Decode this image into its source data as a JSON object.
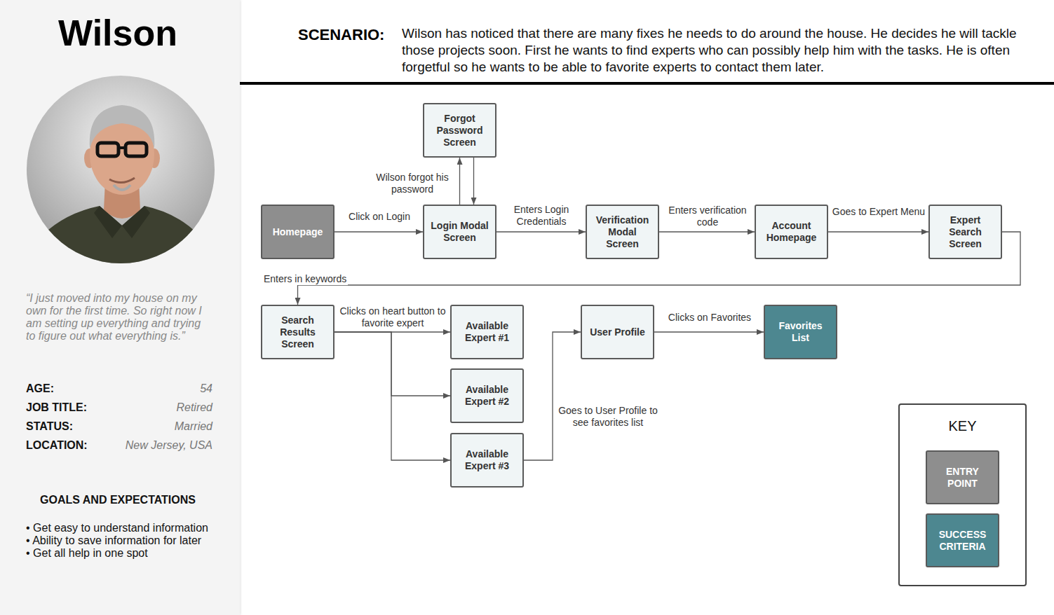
{
  "diagram": {
    "title": "Wilson",
    "nodes": [
      {
        "text": [
          "Forgot Password Screen"
        ]
      },
      {
        "text": [
          "Homepage"
        ]
      },
      {
        "text": [
          "Login Modal Screen"
        ]
      },
      {
        "text": [
          "Verification Modal Screen"
        ]
      },
      {
        "text": [
          "Account Homepage"
        ]
      },
      {
        "text": [
          "Expert Search Screen"
        ]
      },
      {
        "text": [
          "Search Results Screen"
        ]
      },
      {
        "text": [
          "Available Expert #1"
        ]
      },
      {
        "text": [
          "Available Expert #2"
        ]
      },
      {
        "text": [
          "Available Expert #3"
        ]
      },
      {
        "text": [
          "User Profile"
        ]
      },
      {
        "text": [
          "Favorites List"
        ]
      }
    ],
    "edges": [
      {
        "from": 2,
        "to": 0,
        "arrow": "to",
        "label": "Wilson forgot his password"
      },
      {
        "from": 0,
        "to": 2,
        "arrow": "to"
      },
      {
        "from": 1,
        "to": 2,
        "arrow": "to",
        "label": "Click on Login"
      },
      {
        "from": 2,
        "to": 3,
        "arrow": "to",
        "label": "Enters Login Credentials"
      },
      {
        "from": 3,
        "to": 4,
        "arrow": "to",
        "label": "Enters verification code"
      },
      {
        "from": 4,
        "to": 5,
        "arrow": "to",
        "label": "Goes to Expert Menu"
      },
      {
        "from": 5,
        "to": 6,
        "arrow": "to",
        "label": "Enters in keywords"
      },
      {
        "from": 6,
        "to": 7,
        "arrow": "to",
        "label": "Clicks on heart button to favorite expert"
      },
      {
        "from": 6,
        "to": 8,
        "arrow": "to"
      },
      {
        "from": 6,
        "to": 9,
        "arrow": "to"
      },
      {
        "from": 9,
        "to": 10,
        "arrow": "to",
        "label": "Goes to User Profile to see favorites list"
      },
      {
        "from": 10,
        "to": 11,
        "arrow": "to",
        "label": "Clicks on Favorites"
      }
    ],
    "labels": [
      "SCENARIO:",
      "Wilson has noticed that there are many fixes he needs to do around the house. He decides he will tackle those projects soon. First he wants to find experts who can possibly help him with the tasks. He is often forgetful so he wants to be able to favorite experts to contact them later.",
      "“I just moved into my house on my own for the first time. So right now I am setting up everything and trying to figure out what everything is.”",
      "AGE:",
      "54",
      "JOB TITLE:",
      "Retired",
      "STATUS:",
      "Married",
      "LOCATION:",
      "New Jersey, USA",
      "GOALS AND EXPECTATIONS",
      "• Get easy to understand information",
      "• Ability to save information for later",
      "• Get all help in one spot",
      "KEY"
    ],
    "legend": [
      {
        "text": "ENTRY POINT",
        "color": "#8e8e8e"
      },
      {
        "text": "SUCCESS CRITERIA",
        "color": "#4d8790"
      }
    ]
  }
}
